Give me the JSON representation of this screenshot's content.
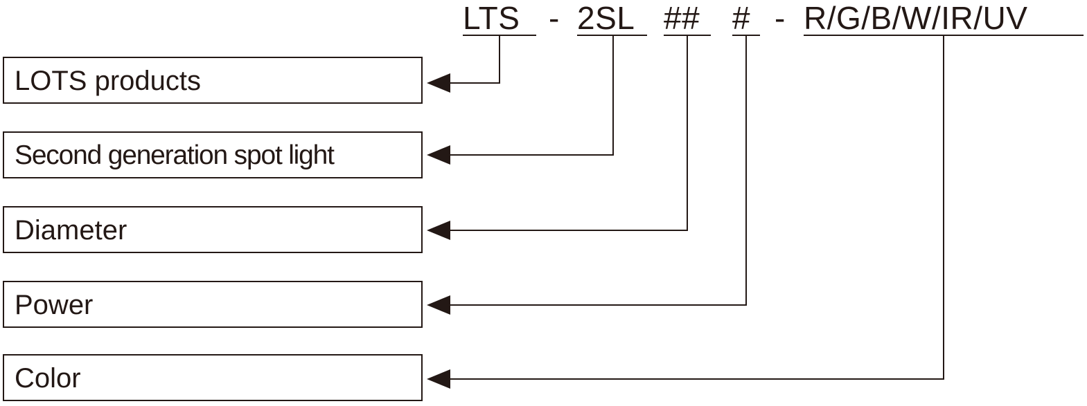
{
  "model_code": {
    "parts": [
      "LTS",
      "2SL",
      "##",
      "#",
      "R/G/B/W/IR/UV"
    ],
    "separator": "-"
  },
  "labels": [
    "LOTS products",
    "Second generation spot light",
    "Diameter",
    "Power",
    "Color"
  ],
  "colors": {
    "ink": "#231815",
    "background": "#ffffff"
  }
}
